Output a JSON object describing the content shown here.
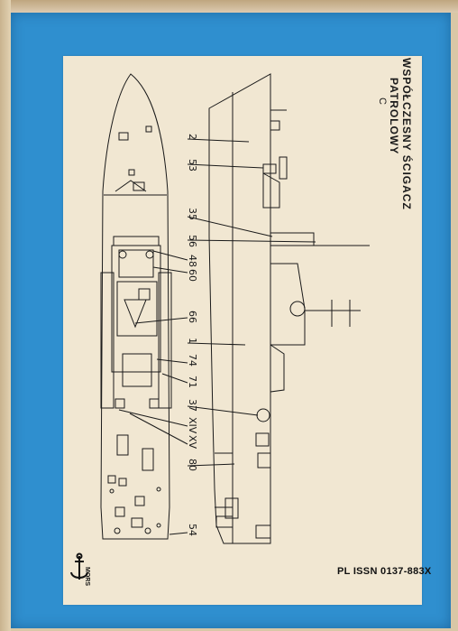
{
  "title": {
    "line1": "WSPÓŁCZESNY ŚCIGACZ",
    "line2": "PATROLOWY",
    "mark": "C"
  },
  "callouts": [
    "2",
    "53",
    "35",
    "56",
    "48",
    "60",
    "66",
    "1",
    "74",
    "71",
    "37",
    "XIV",
    "XV",
    "80",
    "54"
  ],
  "issn": "PL ISSN 0137-883X",
  "logo_text": "MORS",
  "colors": {
    "cover_blue": "#2f8fcf",
    "paper": "#f1e7d2",
    "ink": "#1a1a1a"
  }
}
